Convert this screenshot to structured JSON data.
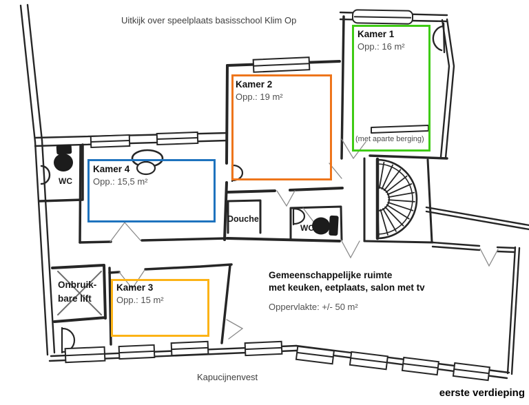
{
  "page": {
    "top_note": "Uitkijk over speelplaats basisschool Klim Op",
    "street_label": "Kapucijnenvest",
    "floor_label": "eerste verdieping"
  },
  "rooms": [
    {
      "name": "Kamer 1",
      "area": "Opp.: 16 m²",
      "note": "(met aparte berging)",
      "color": "#3ecb14"
    },
    {
      "name": "Kamer 2",
      "area": "Opp.: 19 m²",
      "color": "#ee751b"
    },
    {
      "name": "Kamer 3",
      "area": "Opp.: 15 m²",
      "color": "#fcb316"
    },
    {
      "name": "Kamer 4",
      "area": "Opp.: 15,5 m²",
      "color": "#1e73be"
    }
  ],
  "common_room": {
    "title_line1": "Gemeenschappelijke ruimte",
    "title_line2": "met keuken, eetplaats, salon met tv",
    "area": "Oppervlakte: +/- 50 m²"
  },
  "fixtures": {
    "wc_left": "WC",
    "wc_right": "WC",
    "shower": "Douche",
    "lift_line1": "Onbruik-",
    "lift_line2": "bare lift"
  }
}
